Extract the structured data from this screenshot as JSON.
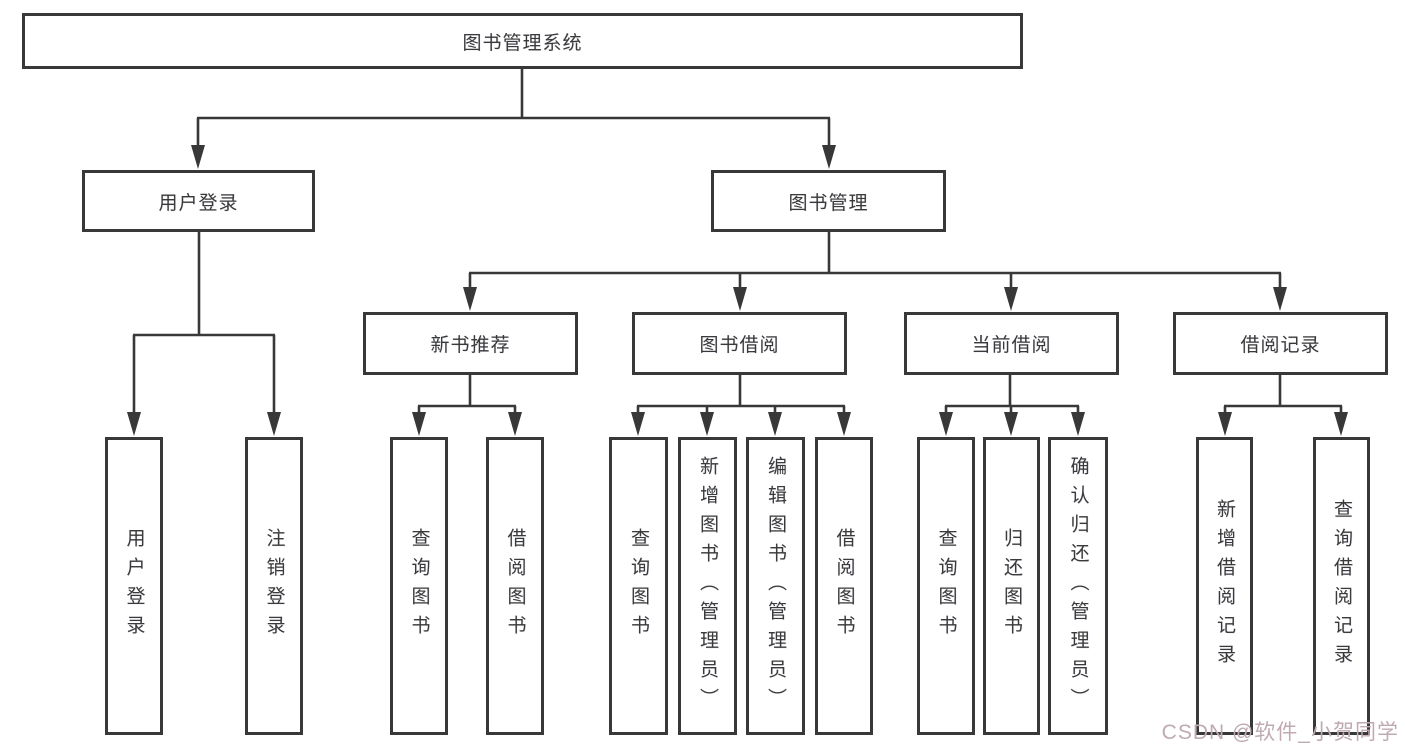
{
  "diagram": {
    "type": "tree-diagram",
    "title": "图书管理系统",
    "watermark": "CSDN @软件_小贺同学",
    "colors": {
      "line": "#383838",
      "box_border": "#383838",
      "text": "#3a3a3a",
      "background": "#ffffff",
      "watermark": "#bfaab1"
    },
    "nodes": [
      {
        "id": "root",
        "label": "图书管理系统",
        "orientation": "horizontal"
      },
      {
        "id": "user-login",
        "label": "用户登录",
        "orientation": "horizontal"
      },
      {
        "id": "book-management",
        "label": "图书管理",
        "orientation": "horizontal"
      },
      {
        "id": "new-book-recommend",
        "label": "新书推荐",
        "orientation": "horizontal"
      },
      {
        "id": "book-borrowing",
        "label": "图书借阅",
        "orientation": "horizontal"
      },
      {
        "id": "current-borrowing",
        "label": "当前借阅",
        "orientation": "horizontal"
      },
      {
        "id": "borrowing-records",
        "label": "借阅记录",
        "orientation": "horizontal"
      },
      {
        "id": "leaf-login",
        "label": "用户登录",
        "orientation": "vertical"
      },
      {
        "id": "leaf-logout",
        "label": "注销登录",
        "orientation": "vertical"
      },
      {
        "id": "leaf-nb-query",
        "label": "查询图书",
        "orientation": "vertical"
      },
      {
        "id": "leaf-nb-borrow",
        "label": "借阅图书",
        "orientation": "vertical"
      },
      {
        "id": "leaf-bb-query",
        "label": "查询图书",
        "orientation": "vertical"
      },
      {
        "id": "leaf-bb-add",
        "label": "新增图书（管理员）",
        "orientation": "vertical"
      },
      {
        "id": "leaf-bb-edit",
        "label": "编辑图书（管理员）",
        "orientation": "vertical"
      },
      {
        "id": "leaf-bb-borrow",
        "label": "借阅图书",
        "orientation": "vertical"
      },
      {
        "id": "leaf-cb-query",
        "label": "查询图书",
        "orientation": "vertical"
      },
      {
        "id": "leaf-cb-return",
        "label": "归还图书",
        "orientation": "vertical"
      },
      {
        "id": "leaf-cb-confirm",
        "label": "确认归还（管理员）",
        "orientation": "vertical"
      },
      {
        "id": "leaf-br-add",
        "label": "新增借阅记录",
        "orientation": "vertical"
      },
      {
        "id": "leaf-br-query",
        "label": "查询借阅记录",
        "orientation": "vertical"
      }
    ],
    "hierarchy": {
      "图书管理系统": {
        "用户登录": [
          "用户登录",
          "注销登录"
        ],
        "图书管理": {
          "新书推荐": [
            "查询图书",
            "借阅图书"
          ],
          "图书借阅": [
            "查询图书",
            "新增图书（管理员）",
            "编辑图书（管理员）",
            "借阅图书"
          ],
          "当前借阅": [
            "查询图书",
            "归还图书",
            "确认归还（管理员）"
          ],
          "借阅记录": [
            "新增借阅记录",
            "查询借阅记录"
          ]
        }
      }
    }
  }
}
